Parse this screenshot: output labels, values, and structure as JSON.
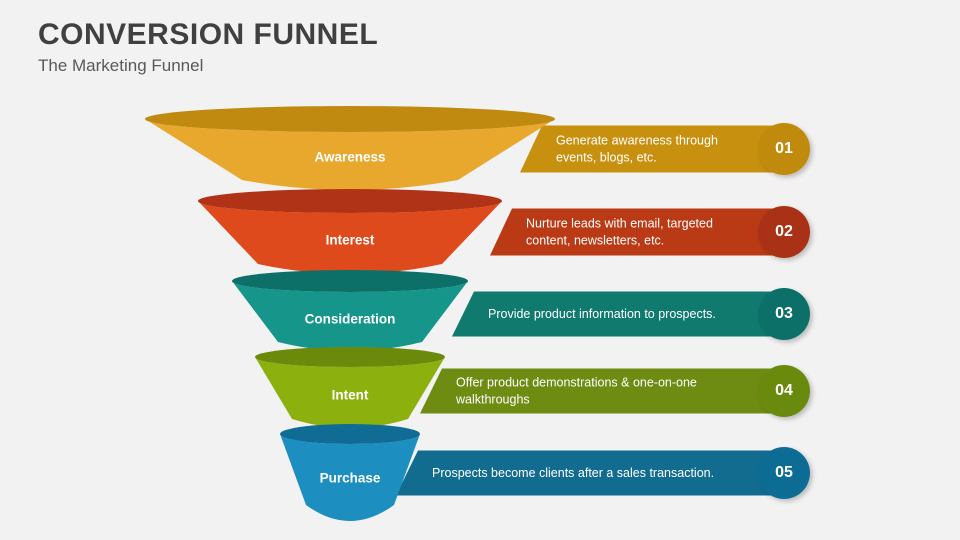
{
  "header": {
    "title": "CONVERSION FUNNEL",
    "subtitle": "The Marketing Funnel"
  },
  "colors": {
    "background": "#f2f2f2",
    "title": "#404040",
    "subtitle": "#595959"
  },
  "chart_data": {
    "type": "funnel",
    "title": "CONVERSION FUNNEL",
    "subtitle": "The Marketing Funnel",
    "stages": [
      {
        "number": "01",
        "label": "Awareness",
        "description": "Generate awareness through events, blogs, etc.",
        "body_color": "#E8A82E",
        "rim_color": "#C08A10",
        "bar_color": "#C8900F",
        "badge_color": "#C08A10"
      },
      {
        "number": "02",
        "label": "Interest",
        "description": "Nurture leads with email, targeted content, newsletters, etc.",
        "body_color": "#DE4A1B",
        "rim_color": "#B03317",
        "bar_color": "#B93A15",
        "badge_color": "#A93314"
      },
      {
        "number": "03",
        "label": "Consideration",
        "description": "Provide product information to prospects.",
        "body_color": "#16968A",
        "rim_color": "#0C6F68",
        "bar_color": "#107A6E",
        "badge_color": "#0C6F68"
      },
      {
        "number": "04",
        "label": "Intent",
        "description": "Offer product demonstrations & one-on-one walkthroughs",
        "body_color": "#8CB10F",
        "rim_color": "#6B8A0C",
        "bar_color": "#6E8B12",
        "badge_color": "#6B8A0C"
      },
      {
        "number": "05",
        "label": "Purchase",
        "description": "Prospects become clients after a sales transaction.",
        "body_color": "#1C8FC0",
        "rim_color": "#106C94",
        "bar_color": "#126C90",
        "badge_color": "#106C94"
      }
    ]
  }
}
